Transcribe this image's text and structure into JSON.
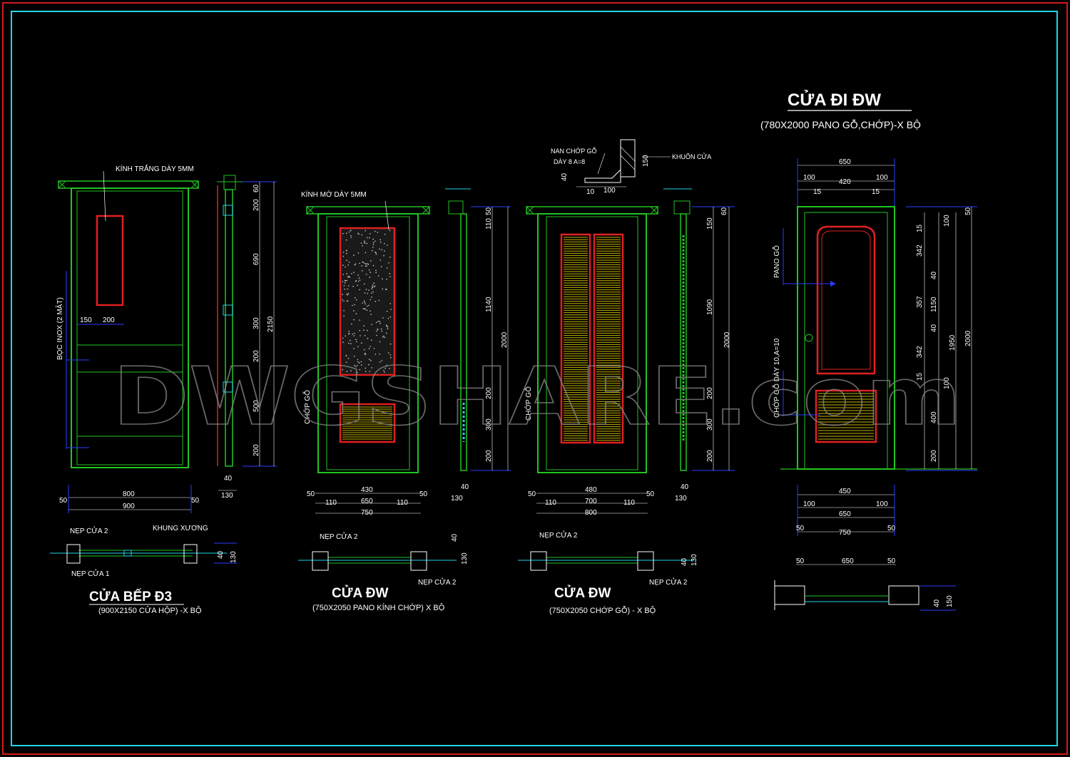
{
  "colors": {
    "background": "#000000",
    "frame_outer": "#d21b1b",
    "frame_inner": "#22d3e6",
    "outline": "#22c422",
    "panel": "#e02020",
    "glass": "#e02020",
    "slats": "#c8b400",
    "dimension": "#2a3cff",
    "text": "#ffffff",
    "watermark": "#8a8a8a"
  },
  "watermark": "DWGSHARE.com",
  "door1": {
    "title": "CỬA BẾP Đ3",
    "subtitle": "(900X2150 CỬA HỘP) -X BỘ",
    "labels": {
      "glass": "KÍNH TRẮNG DÀY 5MM",
      "cladding": "BỌC INOX (2 MẶT)",
      "trim2": "NẸP CỬA 2",
      "frame": "KHUNG XƯƠNG",
      "trim1": "NẸP CỬA 1"
    },
    "dims_top": [
      "150",
      "200"
    ],
    "dims_width": [
      "800",
      "900",
      "50",
      "50"
    ],
    "dims_height": [
      "60",
      "200",
      "690",
      "300",
      "200",
      "500",
      "200",
      "2150"
    ],
    "dims_section": [
      "40",
      "130"
    ],
    "dims_plan": [
      "40",
      "130"
    ]
  },
  "door2": {
    "title": "CỬA  ĐW",
    "subtitle": "(750X2050 PANO KÍNH CHỚP) X BỘ",
    "labels": {
      "glass": "KÍNH MỜ DÀY 5MM",
      "louver": "CHỚP GỖ",
      "trim2a": "NẸP CỬA 2",
      "trim2b": "NẸP CỬA 2"
    },
    "dims_width": [
      "430",
      "650",
      "750",
      "110",
      "110",
      "50",
      "50"
    ],
    "dims_height": [
      "50",
      "110",
      "1140",
      "200",
      "300",
      "200",
      "2000"
    ],
    "dims_section": [
      "40",
      "130"
    ],
    "dims_plan": [
      "40",
      "130"
    ]
  },
  "door3": {
    "title": "CỬA  ĐW",
    "subtitle": "(750X2050 CHỚP GỖ) - X BỘ",
    "labels": {
      "slat": "NAN CHỚP GỖ",
      "slat_thk": "DÀY 8 A=8",
      "frame": "KHUÔN CỬA",
      "louver": "CHỚP GỖ",
      "trim2a": "NẸP CỬA 2",
      "trim2b": "NẸP CỬA 2"
    },
    "dims_detail": [
      "40",
      "10",
      "100",
      "150"
    ],
    "dims_width": [
      "480",
      "700",
      "800",
      "110",
      "110",
      "50",
      "50"
    ],
    "dims_height": [
      "60",
      "150",
      "1090",
      "200",
      "300",
      "200",
      "2000"
    ],
    "dims_section": [
      "40",
      "130"
    ],
    "dims_plan": [
      "40",
      "130"
    ]
  },
  "door4": {
    "title": "CỬA ĐI ĐW",
    "subtitle": "(780X2000 PANO GỖ,CHỚP)-X BỘ",
    "labels": {
      "panel": "PANO GỖ",
      "louver": "CHỚP GỖ DÀY 10,A=10"
    },
    "dims_top": [
      "650",
      "100",
      "420",
      "100",
      "15",
      "15"
    ],
    "dims_height_inner": [
      "15",
      "342",
      "40",
      "357",
      "40",
      "342",
      "15",
      "100",
      "400",
      "200"
    ],
    "dims_height_outer": [
      "100",
      "1150",
      "1950",
      "2000",
      "50"
    ],
    "dims_width": [
      "450",
      "100",
      "100",
      "650",
      "50",
      "50",
      "750"
    ],
    "dims_plan": [
      "50",
      "650",
      "50",
      "40",
      "150"
    ]
  }
}
